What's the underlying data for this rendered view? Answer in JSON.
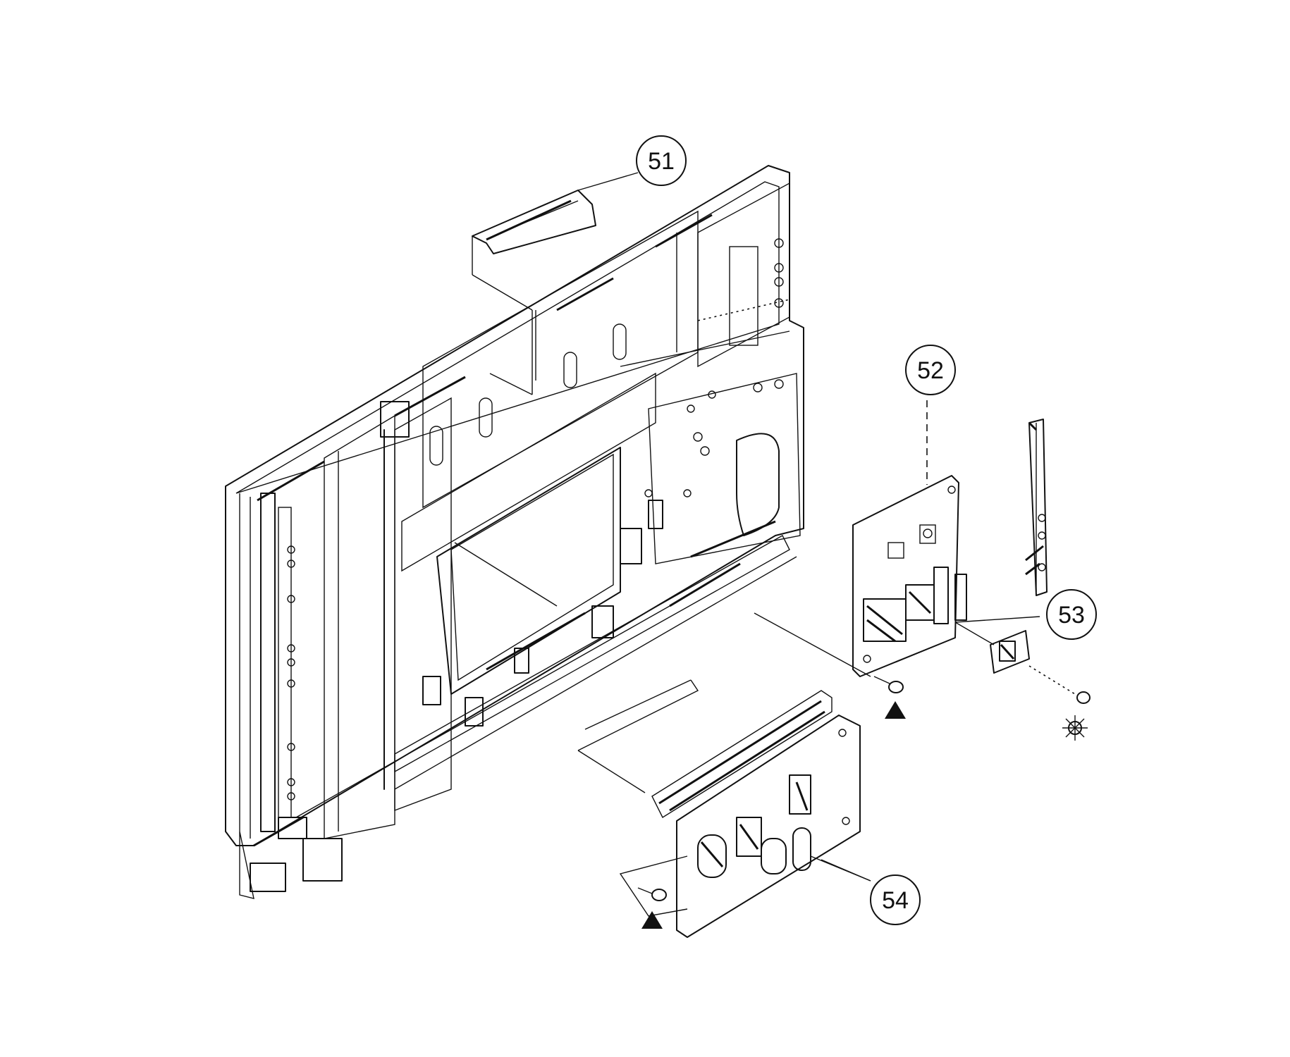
{
  "diagram": {
    "callouts": [
      {
        "id": "51",
        "label": "51"
      },
      {
        "id": "52",
        "label": "52"
      },
      {
        "id": "53",
        "label": "53"
      },
      {
        "id": "54",
        "label": "54"
      }
    ],
    "colors": {
      "ink": "#111111",
      "background": "#ffffff"
    }
  }
}
